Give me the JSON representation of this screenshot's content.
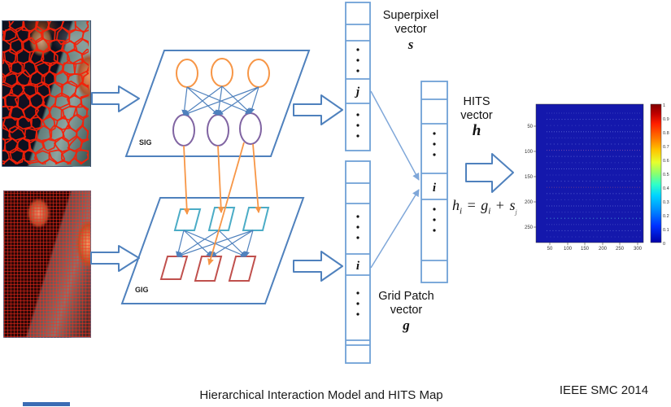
{
  "diagram": {
    "sig_label": "SIG",
    "gig_label": "GIG",
    "superpixel_vector": {
      "line1": "Superpixel",
      "line2": "vector",
      "symbol": "s",
      "index_cell": "j"
    },
    "grid_vector": {
      "line1": "Grid Patch",
      "line2": "vector",
      "symbol": "g",
      "index_cell": "i"
    },
    "hits_vector": {
      "line1": "HITS",
      "line2": "vector",
      "symbol": "h",
      "index_cell": "i"
    },
    "equation": {
      "lhs": "h",
      "lhs_sub": "i",
      "equals": "=",
      "term1": "g",
      "term1_sub": "i",
      "plus": "+",
      "term2": "s",
      "term2_sub": "j"
    }
  },
  "heatmap": {
    "x_ticks": [
      "50",
      "100",
      "150",
      "200",
      "250",
      "300"
    ],
    "y_ticks": [
      "50",
      "100",
      "150",
      "200",
      "250"
    ],
    "colorbar_ticks": [
      "1",
      "0.9",
      "0.8",
      "0.7",
      "0.6",
      "0.5",
      "0.4",
      "0.3",
      "0.2",
      "0.1",
      "0"
    ]
  },
  "captions": {
    "title": "Hierarchical Interaction Model and HITS Map",
    "venue": "IEEE SMC 2014"
  },
  "colors": {
    "accent_blue": "#4F81BD",
    "light_blue": "#6FA0D6",
    "orange": "#F79646",
    "purple": "#8064A2",
    "cyan": "#4BACC6",
    "red": "#C0504D",
    "heatmap_blue": "#1418AC",
    "superpixel_mesh_red": "#F32109"
  }
}
